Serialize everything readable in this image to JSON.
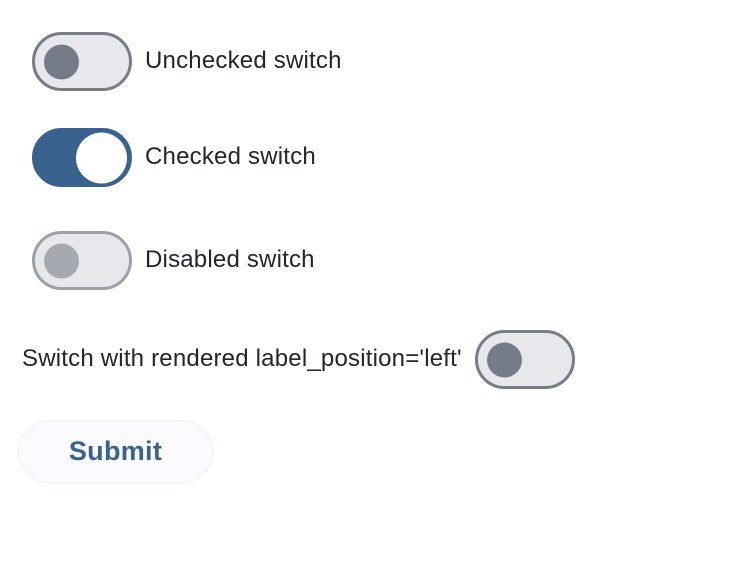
{
  "switches": [
    {
      "label": "Unchecked switch",
      "state": "unchecked",
      "label_position": "right"
    },
    {
      "label": "Checked switch",
      "state": "checked",
      "label_position": "right"
    },
    {
      "label": "Disabled switch",
      "state": "disabled",
      "label_position": "right"
    },
    {
      "label": "Switch with rendered label_position='left'",
      "state": "unchecked",
      "label_position": "left"
    }
  ],
  "button": {
    "label": "Submit"
  },
  "colors": {
    "checked_track": "#39628f",
    "unchecked_track": "#e6e8eb",
    "unchecked_border": "#767d87",
    "unchecked_knob": "#757b88",
    "disabled_border": "#9ca0a8",
    "disabled_knob": "#a6a9b0",
    "label_text": "#23252f",
    "submit_text": "#3a6291",
    "submit_background": "#fafbfe",
    "page_background": "#ffffff"
  }
}
